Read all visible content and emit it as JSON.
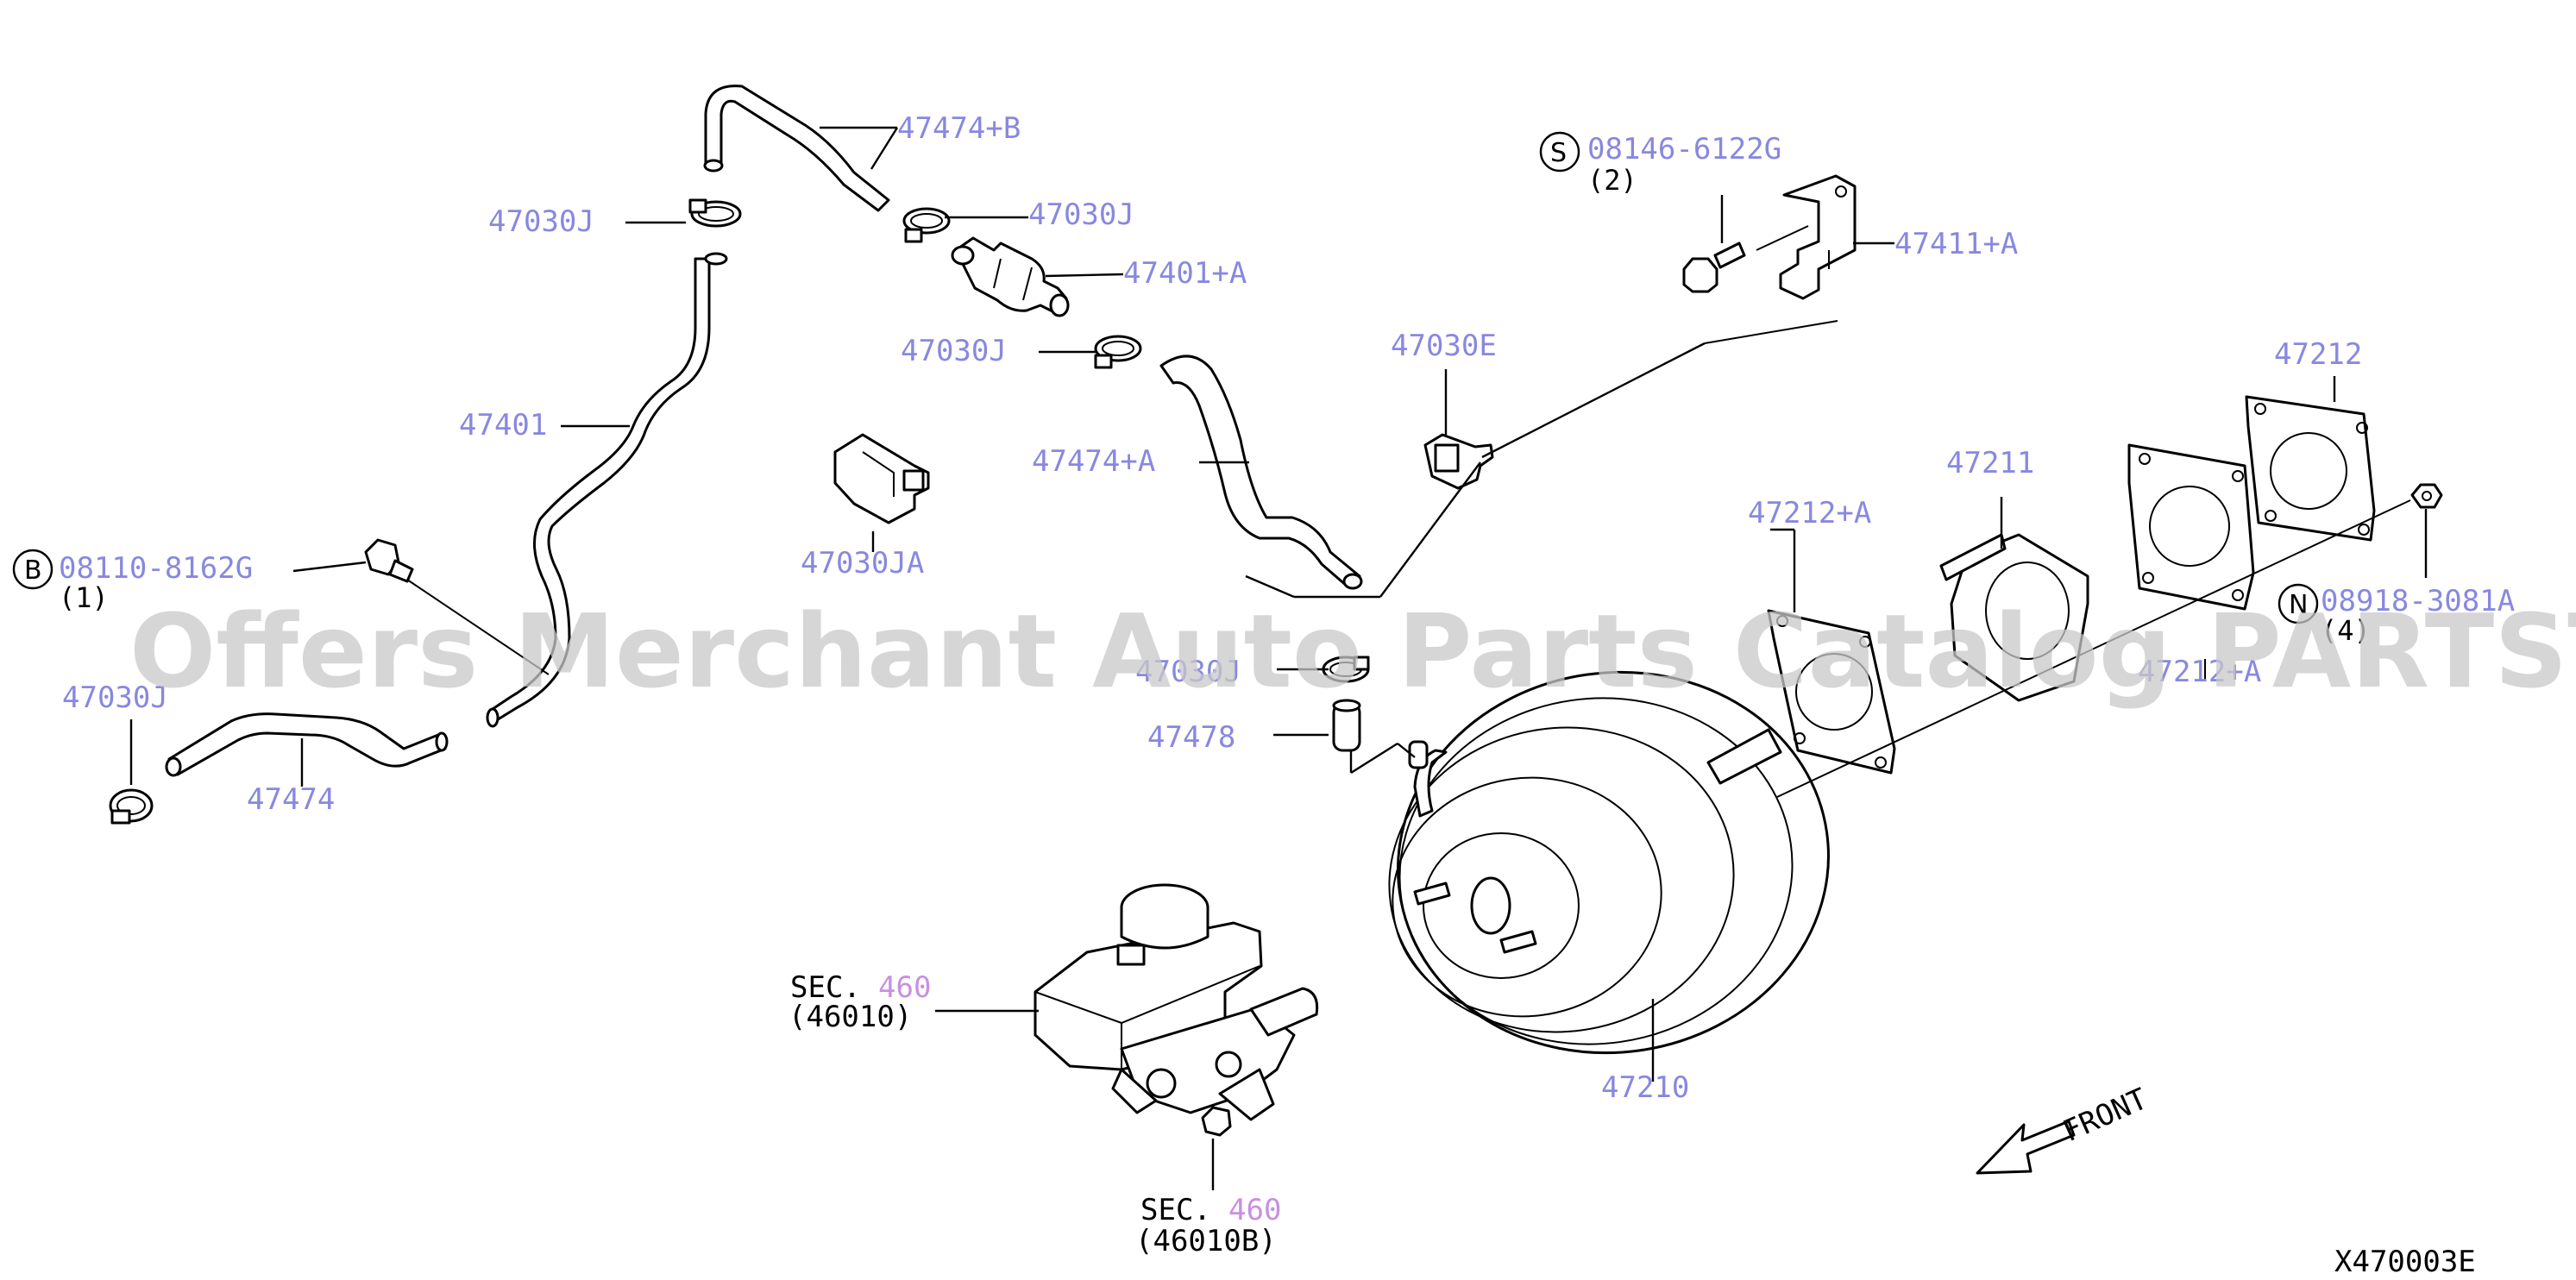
{
  "diagram_code": "X470003E",
  "watermark": "Offers Merchant Auto Parts Catalog PARTSTORE.SA",
  "front_label": "FRONT",
  "parts": [
    {
      "id": "p1",
      "number": "47474+B"
    },
    {
      "id": "p2",
      "number": "47030J"
    },
    {
      "id": "p3",
      "number": "47030J"
    },
    {
      "id": "p4",
      "number": "47401+A"
    },
    {
      "id": "p5",
      "number": "47030J"
    },
    {
      "id": "p6",
      "number": "47030E"
    },
    {
      "id": "p7",
      "number": "47401"
    },
    {
      "id": "p8",
      "number": "47474+A"
    },
    {
      "id": "p9",
      "number": "47030JA"
    },
    {
      "id": "p10",
      "number": "47030J"
    },
    {
      "id": "p11",
      "number": "47474"
    },
    {
      "id": "p12",
      "number": "47030J"
    },
    {
      "id": "p13",
      "number": "47478"
    },
    {
      "id": "p14",
      "number": "47411+A"
    },
    {
      "id": "p15",
      "number": "47212"
    },
    {
      "id": "p16",
      "number": "47211"
    },
    {
      "id": "p17",
      "number": "47212+A"
    },
    {
      "id": "p18",
      "number": "47212+A"
    },
    {
      "id": "p19",
      "number": "47210"
    }
  ],
  "fasteners": [
    {
      "id": "s",
      "symbol": "S",
      "number": "08146-6122G",
      "qty": "(2)"
    },
    {
      "id": "b",
      "symbol": "B",
      "number": "08110-8162G",
      "qty": "(1)"
    },
    {
      "id": "n",
      "symbol": "N",
      "number": "08918-3081A",
      "qty": "(4)"
    }
  ],
  "section_refs": [
    {
      "id": "sec1",
      "prefix": "SEC.",
      "number": "460",
      "sub": "(46010)"
    },
    {
      "id": "sec2",
      "prefix": "SEC.",
      "number": "460",
      "sub": "(46010B)"
    }
  ]
}
